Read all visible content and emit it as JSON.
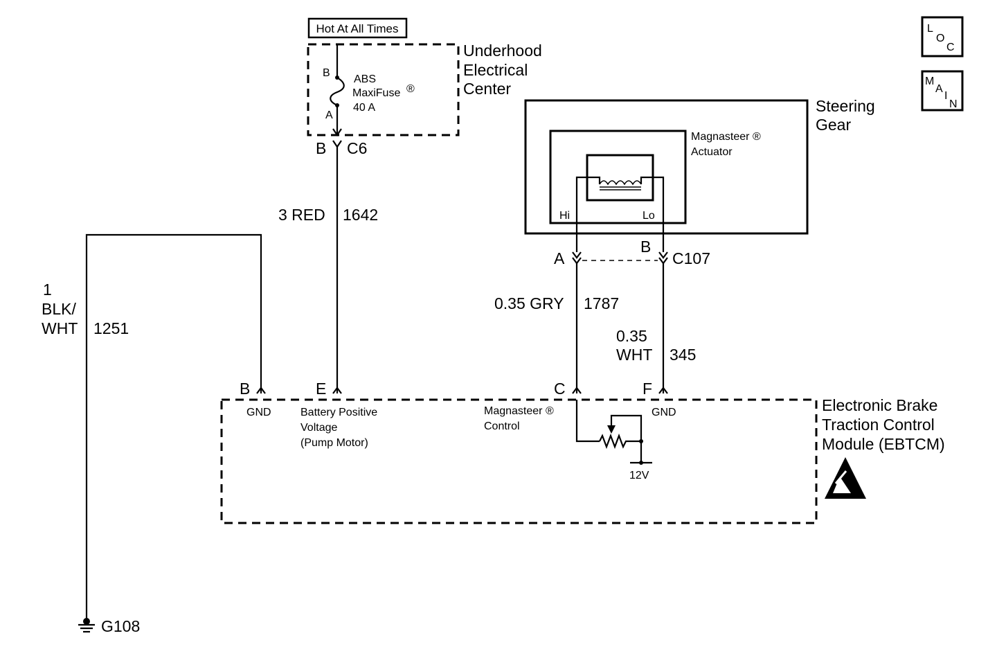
{
  "power_label": "Hot At All Times",
  "underhood": {
    "title": [
      "Underhood",
      "Electrical",
      "Center"
    ],
    "fuse_pin_b": "B",
    "fuse_pin_a": "A",
    "fuse_name_1": "ABS",
    "fuse_name_2": "MaxiFuse",
    "fuse_reg": "®",
    "fuse_rating": "40 A",
    "connector_pin": "B",
    "connector_id": "C6"
  },
  "wires": {
    "battery": {
      "gauge_color": "3 RED",
      "circuit": "1642"
    },
    "ground": {
      "size": "1",
      "color_1": "BLK/",
      "color_2": "WHT",
      "circuit": "1251"
    },
    "hi": {
      "gauge_color": "0.35 GRY",
      "circuit": "1787"
    },
    "lo": {
      "size": "0.35",
      "color": "WHT",
      "circuit": "345"
    }
  },
  "steering_gear": {
    "title": [
      "Steering",
      "Gear"
    ],
    "actuator": [
      "Magnasteer ®",
      "Actuator"
    ],
    "hi_label": "Hi",
    "lo_label": "Lo",
    "pin_a": "A",
    "pin_b": "B",
    "connector_id": "C107"
  },
  "ebtcm": {
    "title": [
      "Electronic Brake",
      "Traction Control",
      "Module (EBTCM)"
    ],
    "pins": {
      "b": {
        "letter": "B",
        "desc": [
          "GND"
        ]
      },
      "e": {
        "letter": "E",
        "desc": [
          "Battery Positive",
          "Voltage",
          "(Pump Motor)"
        ]
      },
      "c": {
        "letter": "C",
        "desc": [
          "Magnasteer ®",
          "Control"
        ]
      },
      "f": {
        "letter": "F",
        "desc": [
          "GND"
        ]
      }
    },
    "supply_label": "12V"
  },
  "ground_id": "G108",
  "nav": {
    "loc": [
      "L",
      "O",
      "C"
    ],
    "main": [
      "M",
      "A",
      "I",
      "N"
    ]
  },
  "icons": [
    "fuse-icon",
    "coil-icon",
    "resistor-icon",
    "ground-icon",
    "esd-warning-icon"
  ]
}
